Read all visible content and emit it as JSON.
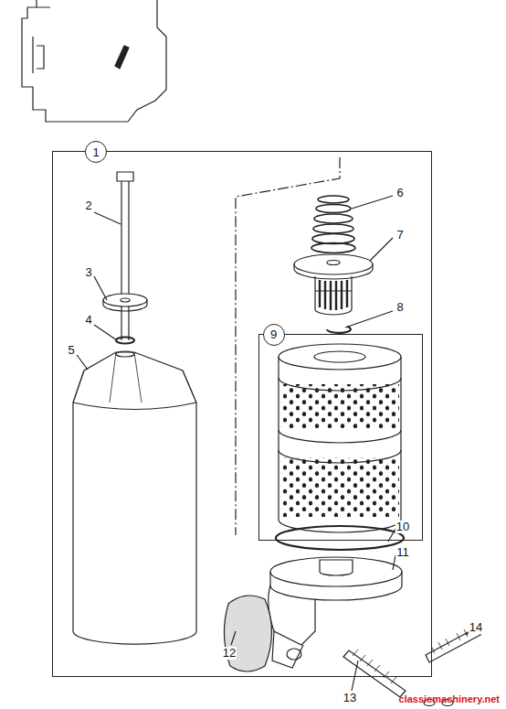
{
  "diagram": {
    "nodes": [
      {
        "text": [
          "1"
        ]
      },
      {
        "text": [
          "9"
        ],
        "in": 0
      }
    ],
    "labels": [
      "2",
      "3",
      "4",
      "5",
      "6",
      "7",
      "8",
      "10",
      "11",
      "12",
      "13",
      "14",
      "classicmachinery.net"
    ]
  }
}
